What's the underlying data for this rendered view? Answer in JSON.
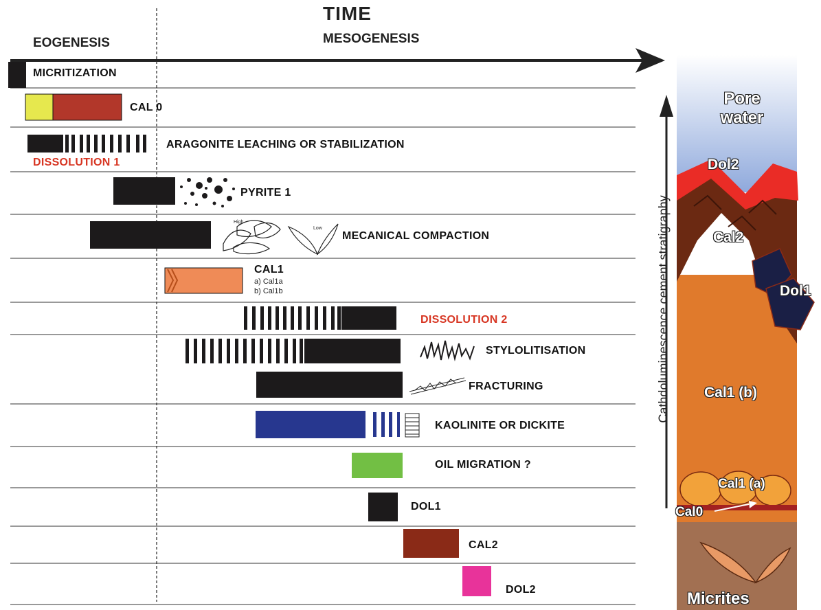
{
  "header": {
    "time": "TIME",
    "eogenesis": "EOGENESIS",
    "mesogenesis": "MESOGENESIS"
  },
  "events": {
    "micritization": "MICRITIZATION",
    "cal0": "CAL 0",
    "aragonite": "ARAGONITE LEACHING OR STABILIZATION",
    "dissolution1": "DISSOLUTION 1",
    "pyrite1": "PYRITE 1",
    "compaction": "MECANICAL COMPACTION",
    "compaction_high": "High",
    "compaction_low": "Low",
    "cal1": "CAL1",
    "cal1a": "a) Cal1a",
    "cal1b": "b) Cal1b",
    "dissolution2": "DISSOLUTION 2",
    "stylolitisation": "STYLOLITISATION",
    "fracturing": "FRACTURING",
    "kaolinite": "KAOLINITE OR DICKITE",
    "oil": "OIL MIGRATION ?",
    "dol1": "DOL1",
    "cal2": "CAL2",
    "dol2": "DOL2"
  },
  "column": {
    "axis_label": "Cathdoluminescence cement stratigraphy",
    "pore_water": "Pore water",
    "dol2": "Dol2",
    "cal2": "Cal2",
    "dol1": "Dol1",
    "cal1b": "Cal1 (b)",
    "cal1a": "Cal1 (a)",
    "cal0": "Cal0",
    "micrites": "Micrites"
  },
  "colors": {
    "black": "#1c1a1b",
    "cal0_yellow": "#e6e84e",
    "cal0_red": "#b2372a",
    "cal1_orange": "#ef8b57",
    "kaolinite_blue": "#27378f",
    "oil_green": "#72bf44",
    "cal2_brown": "#8a2a17",
    "dol2_pink": "#e8339a",
    "dissolution_red": "#d73522"
  }
}
